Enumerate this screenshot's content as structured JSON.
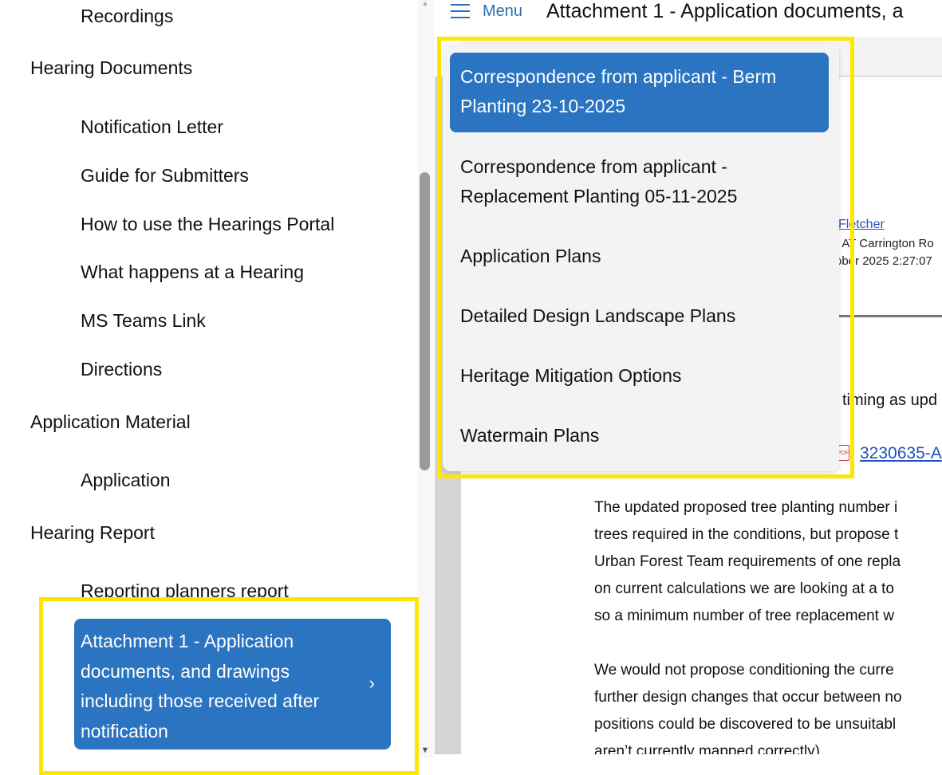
{
  "left_nav": {
    "items": [
      {
        "label": "Recordings",
        "level": "sub"
      },
      {
        "label": "Hearing Documents",
        "level": "section"
      },
      {
        "label": "Notification Letter",
        "level": "sub"
      },
      {
        "label": "Guide for Submitters",
        "level": "sub"
      },
      {
        "label": "How to use the Hearings Portal",
        "level": "sub"
      },
      {
        "label": "What happens at a Hearing",
        "level": "sub"
      },
      {
        "label": "MS Teams Link",
        "level": "sub"
      },
      {
        "label": "Directions",
        "level": "sub"
      },
      {
        "label": "Application Material",
        "level": "section"
      },
      {
        "label": "Application",
        "level": "sub"
      },
      {
        "label": "Hearing Report",
        "level": "section"
      },
      {
        "label": "Reporting planners report",
        "level": "sub"
      }
    ],
    "active_item": {
      "label": "Attachment 1 - Application documents, and drawings including those received after notification",
      "chevron": "›"
    }
  },
  "header": {
    "menu_label": "Menu",
    "title": "Attachment 1 - Application documents, a"
  },
  "dropdown": {
    "items": [
      {
        "label": "Correspondence from applicant - Berm Planting 23-10-2025",
        "selected": true
      },
      {
        "label": "Correspondence from applicant - Replacement Planting 05-11-2025",
        "selected": false
      },
      {
        "label": "Application Plans",
        "selected": false
      },
      {
        "label": "Detailed Design Landscape Plans",
        "selected": false
      },
      {
        "label": "Heritage Mitigation Options",
        "selected": false
      },
      {
        "label": "Watermain Plans",
        "selected": false
      }
    ]
  },
  "document": {
    "from_name": "Fletcher",
    "to_line": "- AT Carrington Ro",
    "date_line": "ober 2025 2:27:07",
    "timing_text": "timing as upd",
    "attachment_icon": "PDF",
    "attachment_link": "3230635-A",
    "para1": [
      "The updated proposed tree planting number i",
      "trees required in the conditions, but propose t",
      "Urban Forest Team requirements of one repla",
      "on current calculations we are looking at a to",
      "so a minimum number of tree replacement w"
    ],
    "para2": [
      "We would not propose conditioning the curre",
      "further design changes that occur between no",
      "positions could be discovered to be unsuitabl",
      "aren’t currently mapped correctly)"
    ]
  },
  "colors": {
    "accent": "#2a74c1",
    "highlight": "#ffe600",
    "link": "#1f4fc1"
  }
}
